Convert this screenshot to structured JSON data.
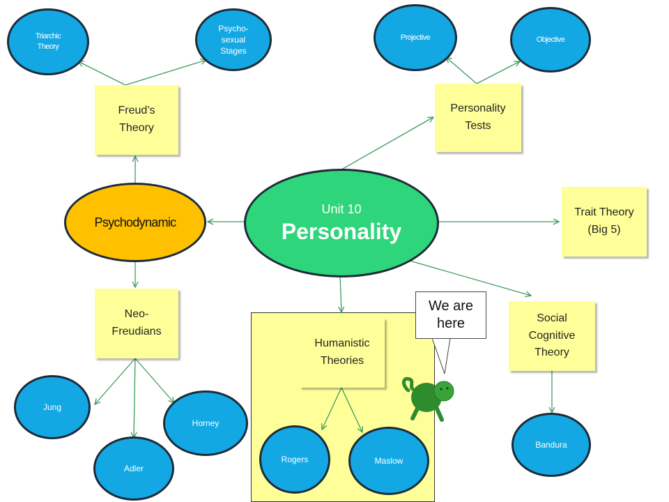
{
  "nodes": {
    "center_small": "Unit 10",
    "center_big": "Personality",
    "psychodynamic": "Psychodynamic",
    "freuds_theory": "Freud’s\nTheory",
    "triarchic": "Triarchic\nTheory",
    "psychosexual": "Psycho-\nsexual\nStages",
    "personality_tests": "Personality\nTests",
    "projective": "Projective",
    "objective": "Objective",
    "trait_theory": "Trait Theory\n(Big 5)",
    "neo_freudians": "Neo-\nFreudians",
    "jung": "Jung",
    "horney": "Horney",
    "adler": "Adler",
    "humanistic": "Humanistic\nTheories",
    "rogers": "Rogers",
    "maslow": "Maslow",
    "social_cognitive": "Social\nCognitive\nTheory",
    "bandura": "Bandura"
  },
  "callout": {
    "text": "We are\nhere"
  },
  "colors": {
    "center": "#2ed57a",
    "psychodynamic": "#ffc000",
    "leaf_blue": "#13a8e4",
    "note_yellow": "#ffff99",
    "arrow_green": "#3c9a5f",
    "turtle": "#2e8b2e"
  }
}
